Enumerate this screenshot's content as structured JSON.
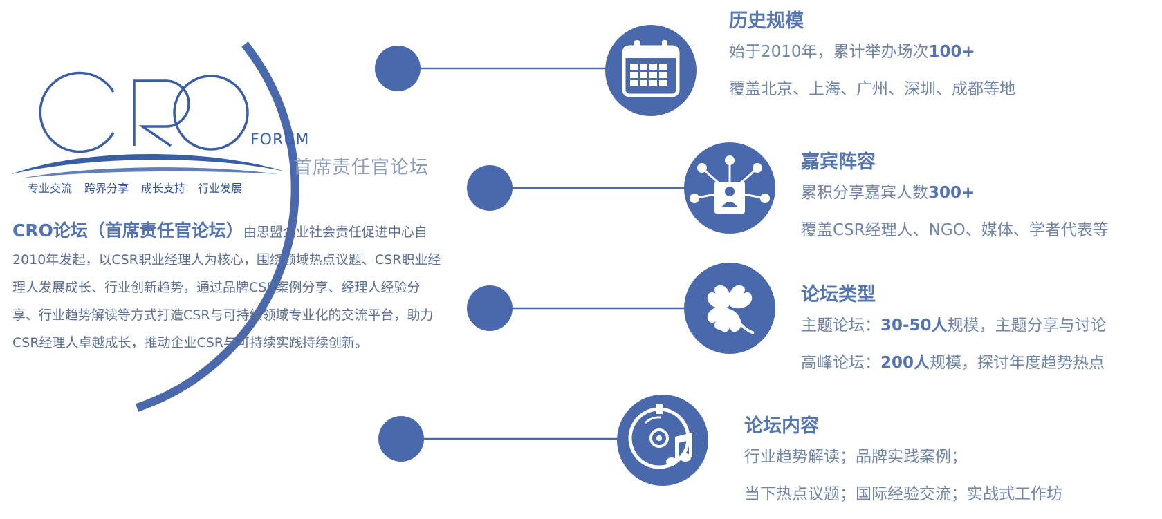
{
  "logo": {
    "letters": "CRO",
    "forum": "FORUM",
    "chinese_name": "首席责任官论坛",
    "taglines": [
      "专业交流",
      "跨界分享",
      "成长支持",
      "行业发展"
    ]
  },
  "intro": {
    "lead": "CRO论坛（首席责任官论坛）",
    "body": "由思盟企业社会责任促进中心自2010年发起，以CSR职业经理人为核心，围绕领域热点议题、CSR职业经理人发展成长、行业创新趋势，通过品牌CSR案例分享、经理人经验分享、行业趋势解读等方式打造CSR与可持续领域专业化的交流平台，助力CSR经理人卓越成长，推动企业CSR与可持续实践持续创新。"
  },
  "sections": [
    {
      "icon": "calendar-icon",
      "title": "历史规模",
      "line1_prefix": "始于2010年，累计举办场次",
      "line1_strong": "100+",
      "line1_suffix": "",
      "line2_prefix": "覆盖北京、上海、广州、深圳、成都等地",
      "line2_strong": "",
      "line2_suffix": ""
    },
    {
      "icon": "network-person-icon",
      "title": "嘉宾阵容",
      "line1_prefix": "累积分享嘉宾人数",
      "line1_strong": "300+",
      "line1_suffix": "",
      "line2_prefix": "覆盖CSR经理人、NGO、媒体、学者代表等",
      "line2_strong": "",
      "line2_suffix": ""
    },
    {
      "icon": "clover-icon",
      "title": "论坛类型",
      "line1_prefix": "主题论坛：",
      "line1_strong": "30-50人",
      "line1_suffix": "规模，主题分享与讨论",
      "line2_prefix": "高峰论坛：",
      "line2_strong": "200人",
      "line2_suffix": "规模，探讨年度趋势热点"
    },
    {
      "icon": "disc-music-icon",
      "title": "论坛内容",
      "line1_prefix": "行业趋势解读；品牌实践案例；",
      "line1_strong": "",
      "line1_suffix": "",
      "line2_prefix": "当下热点议题；国际经验交流；实战式工作坊",
      "line2_strong": "",
      "line2_suffix": ""
    }
  ],
  "colors": {
    "primary": "#4a69ad",
    "title": "#5676b3",
    "text": "#7185a9",
    "logo": "#2f53a0"
  }
}
